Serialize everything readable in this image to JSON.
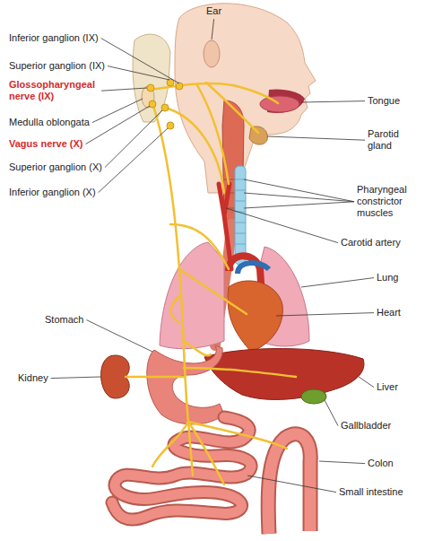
{
  "diagram": {
    "labels": [
      "Ear",
      "Inferior ganglion (IX)",
      "Superior ganglion (IX)",
      "Glossopharyngeal nerve (IX)",
      "Medulla oblongata",
      "Vagus nerve (X)",
      "Superior ganglion (X)",
      "Inferior ganglion (X)",
      "Tongue",
      "Parotid gland",
      "Pharyngeal constrictor muscles",
      "Carotid artery",
      "Lung",
      "Heart",
      "Stomach",
      "Kidney",
      "Liver",
      "Gallbladder",
      "Colon",
      "Small intestine"
    ]
  }
}
